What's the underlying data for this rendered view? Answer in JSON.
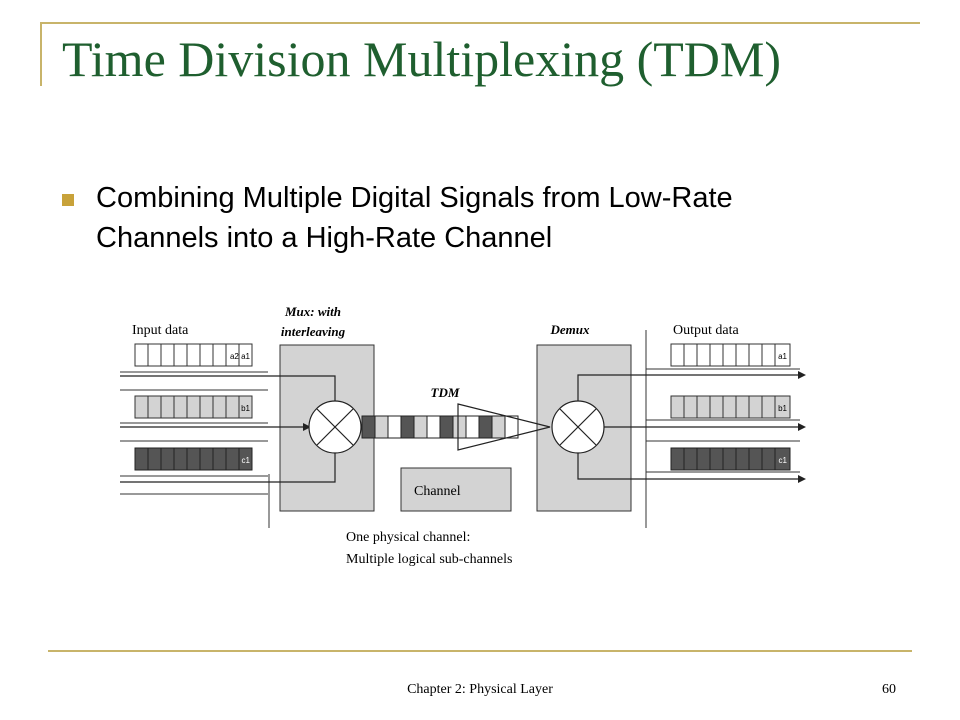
{
  "slide": {
    "title": "Time Division Multiplexing (TDM)",
    "bullet": "Combining Multiple Digital Signals from Low-Rate Channels into a High-Rate Channel"
  },
  "diagram": {
    "input_label": "Input data",
    "mux_label_line1": "Mux: with",
    "mux_label_line2": "interleaving",
    "demux_label": "Demux",
    "output_label": "Output data",
    "tdm_label": "TDM",
    "channel_label": "Channel",
    "caption_line1": "One physical channel:",
    "caption_line2": "Multiple logical sub-channels",
    "input_tags": [
      "a2 a1",
      "b1",
      "c1"
    ],
    "output_tags": [
      "a1",
      "b1",
      "c1"
    ]
  },
  "footer": {
    "text": "Chapter 2: Physical Layer",
    "page": "60"
  },
  "colors": {
    "title": "#1f5f2f",
    "rule": "#c8b46a",
    "bullet": "#c8a23a",
    "box_fill": "#d3d3d3",
    "dark_cell": "#555555"
  }
}
